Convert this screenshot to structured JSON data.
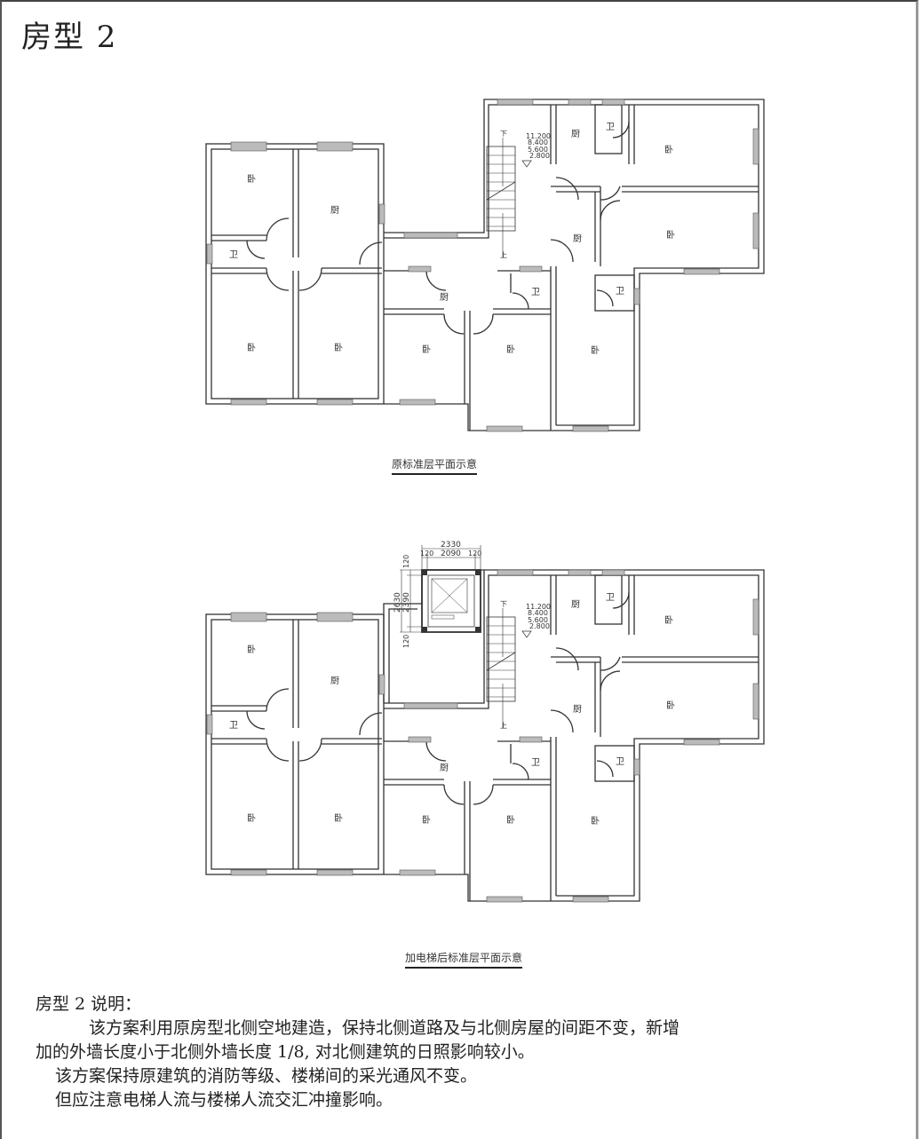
{
  "title": "房型 2",
  "plans": [
    {
      "caption": "原标准层平面示意",
      "rooms": {
        "bedroom": "卧",
        "kitchen": "厨",
        "bathroom": "卫"
      },
      "stair": {
        "down": "下",
        "up": "上"
      },
      "levels": [
        "11.200",
        "8.400",
        "5.600",
        "2.800"
      ]
    },
    {
      "caption": "加电梯后标准层平面示意",
      "rooms": {
        "bedroom": "卧",
        "kitchen": "厨",
        "bathroom": "卫"
      },
      "stair": {
        "down": "下",
        "up": "上"
      },
      "levels": [
        "11.200",
        "8.400",
        "5.600",
        "2.800"
      ],
      "elevator_dimensions": {
        "total_width": "2330",
        "wall_left": "120",
        "inner_width": "2090",
        "wall_right": "120",
        "total_depth": "2630",
        "inner_depth": "2390",
        "wall_top": "120",
        "wall_bottom": "120"
      }
    }
  ],
  "notes": {
    "heading": "房型 2 说明：",
    "paragraphs": [
      "该方案利用原房型北侧空地建造，保持北侧道路及与北侧房屋的间距不变，新增",
      "加的外墙长度小于北侧外墙长度 1/8, 对北侧建筑的日照影响较小。",
      "该方案保持原建筑的消防等级、楼梯间的采光通风不变。",
      "但应注意电梯人流与楼梯人流交汇冲撞影响。"
    ]
  }
}
